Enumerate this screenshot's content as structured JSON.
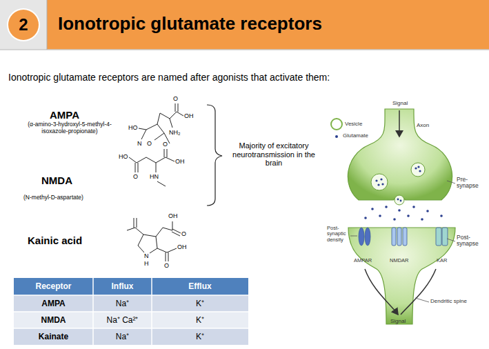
{
  "diagram": {
    "title": "Ionotropic glutamate receptors",
    "nodes": [
      {
        "text": [
          "2"
        ]
      }
    ],
    "labels": [
      "Ionotropic glutamate receptors are named after agonists that activate them:",
      "AMPA",
      "(α-amino-3-hydroxyl-5-methyl-4-isoxazole-propionate)",
      "NMDA",
      "(N-methyl-D-aspartate)",
      "Kainic acid",
      "Majority of excitatory neurotransmission in the brain",
      "HO",
      "O",
      "OH",
      "NH₂",
      "N",
      "O",
      "HO",
      "O",
      "O",
      "OH",
      "HN",
      "OH",
      "O",
      "OH",
      "N",
      "H",
      "O",
      "Receptor",
      "Influx",
      "Efflux",
      "AMPA",
      "Na⁺",
      "K⁺",
      "NMDA",
      "Na⁺ Ca²⁺",
      "K⁺",
      "Kainate",
      "Na⁺",
      "K⁺",
      "Signal",
      "Vesicle",
      "Glutamate",
      "Axon",
      "Pre- synapse",
      "Post- synaptic density",
      "Post- synapse",
      "AMPAR",
      "NMDAR",
      "KAR",
      "Dendritic spine",
      "Signal"
    ]
  }
}
